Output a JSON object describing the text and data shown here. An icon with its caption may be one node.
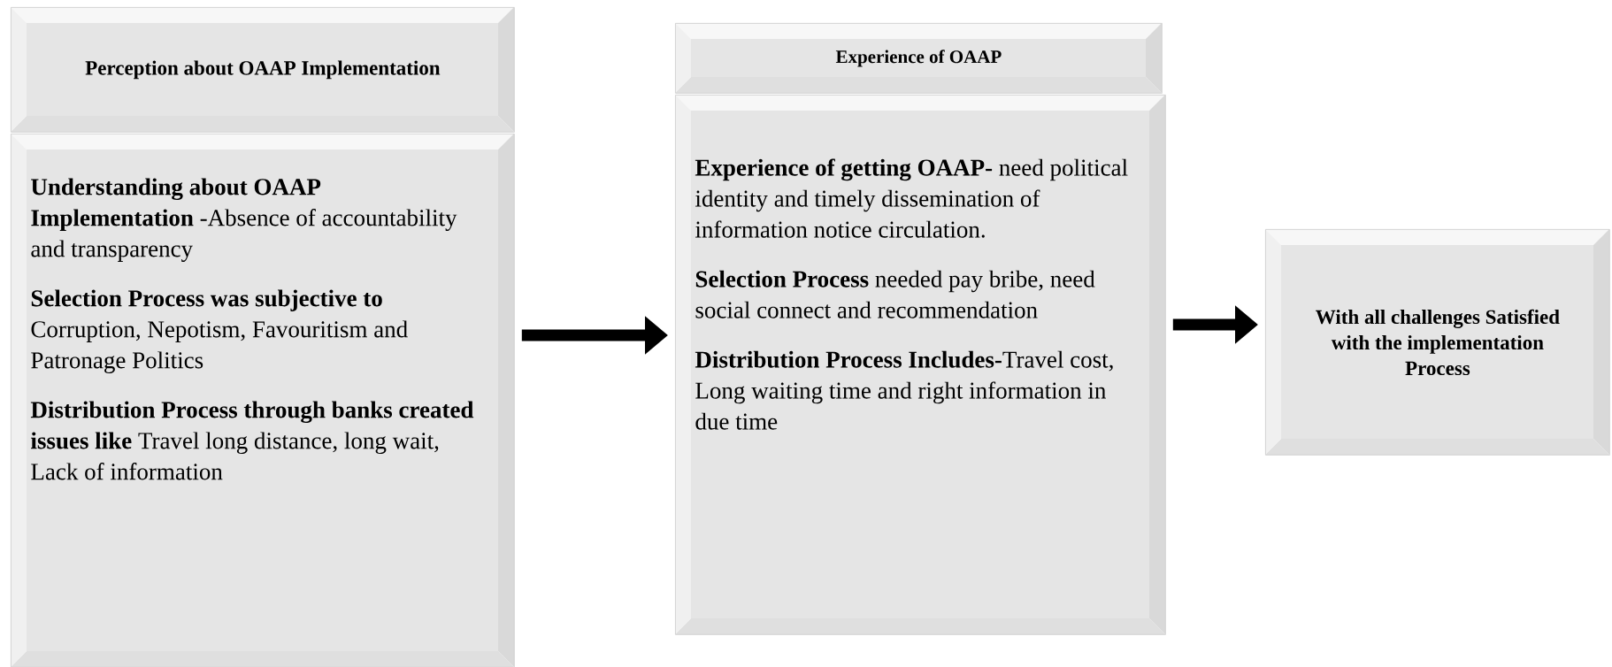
{
  "diagram": {
    "nodes": [
      {
        "text": [
          "Perception about OAAP Implementation"
        ]
      },
      {
        "text": [
          "**Understanding about OAAP Implementation** -Absence of accountability and transparency",
          "**Selection Process was subjective to** Corruption, Nepotism, Favouritism and Patronage Politics",
          "**Distribution Process through banks created issues like** Travel long distance, long wait, Lack of information"
        ]
      },
      {
        "text": [
          "Experience of OAAP"
        ]
      },
      {
        "text": [
          "**Experience of getting OAAP-** need political identity and timely dissemination of information notice circulation.",
          "**Selection Process** needed pay bribe, need social connect and recommendation",
          "**Distribution Process Includes-**Travel cost, Long waiting time and right information in due time"
        ]
      },
      {
        "text": [
          "With all challenges Satisfied with the implementation Process"
        ]
      }
    ],
    "edges": [
      {
        "from": 1,
        "to": 3,
        "arrow": "to"
      },
      {
        "from": 3,
        "to": 4,
        "arrow": "to"
      }
    ]
  }
}
